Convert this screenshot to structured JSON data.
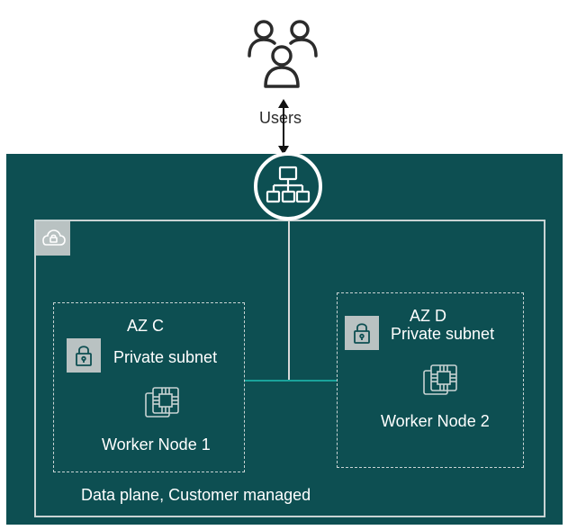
{
  "users": {
    "label": "Users",
    "icon": "users-icon"
  },
  "load_balancer": {
    "icon": "load-balancer-icon"
  },
  "vpc": {
    "icon": "cloud-lock-icon",
    "caption": "Data plane, Customer managed"
  },
  "az_c": {
    "title": "AZ C",
    "subnet_label": "Private subnet",
    "node_label": "Worker Node 1",
    "node_icon": "compute-chip-icon"
  },
  "az_d": {
    "title": "AZ D",
    "subnet_label": "Private subnet",
    "node_label": "Worker Node 2",
    "node_icon": "compute-chip-icon"
  },
  "colors": {
    "panel": "#0d4f52",
    "border": "#c8d3d3",
    "badge": "#b9c2c2",
    "connector": "#1aa39b"
  }
}
